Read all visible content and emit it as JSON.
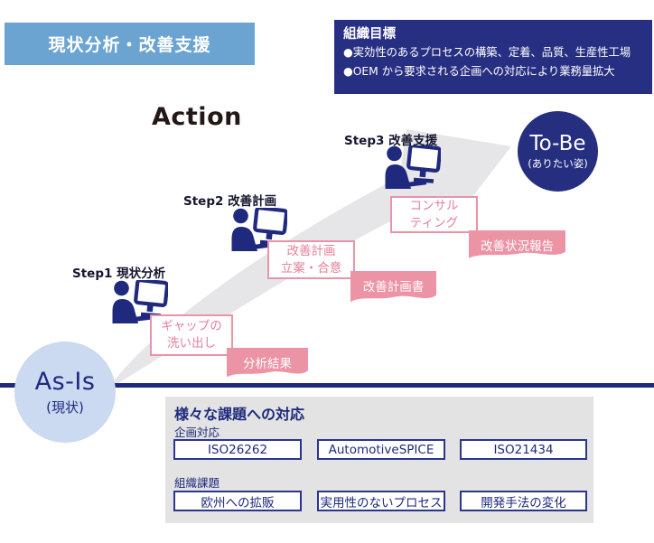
{
  "header": {
    "title": "現状分析・改善支援"
  },
  "org_goal": {
    "title": "組織目標",
    "bullets": [
      "●実効性のあるプロセスの構築、定着、品質、生産性工場",
      "●OEM から要求される企画への対応により業務量拡大"
    ]
  },
  "action_label": "Action",
  "as_is": {
    "title": "As-Is",
    "subtitle": "(現状)"
  },
  "to_be": {
    "title": "To-Be",
    "subtitle": "(ありたい姿)"
  },
  "steps": [
    {
      "label": "Step1 現状分析",
      "activity": [
        "ギャップの",
        "洗い出し"
      ],
      "deliverable": "分析結果"
    },
    {
      "label": "Step2 改善計画",
      "activity": [
        "改善計画",
        "立案・合意"
      ],
      "deliverable": "改善計画書"
    },
    {
      "label": "Step3 改善支援",
      "activity": [
        "コンサル",
        "ティング"
      ],
      "deliverable": "改善状況報告"
    }
  ],
  "issues_panel": {
    "title": "様々な課題への対応",
    "groups": [
      {
        "label": "企画対応",
        "items": [
          "ISO26262",
          "AutomotiveSPICE",
          "ISO21434"
        ]
      },
      {
        "label": "組織課題",
        "items": [
          "欧州への拡販",
          "実用性のないプロセス",
          "開発手法の変化"
        ]
      }
    ]
  },
  "colors": {
    "banner_blue": "#6ba4d1",
    "navy": "#1f2a7e",
    "panel_navy": "#272f82",
    "pink_solid": "#ec93a6",
    "pink_border": "#ea93a8",
    "asis_blue": "#cbd9f1",
    "swoosh_gray": "#e6e6e9",
    "panel_gray": "#e3e3e3"
  }
}
